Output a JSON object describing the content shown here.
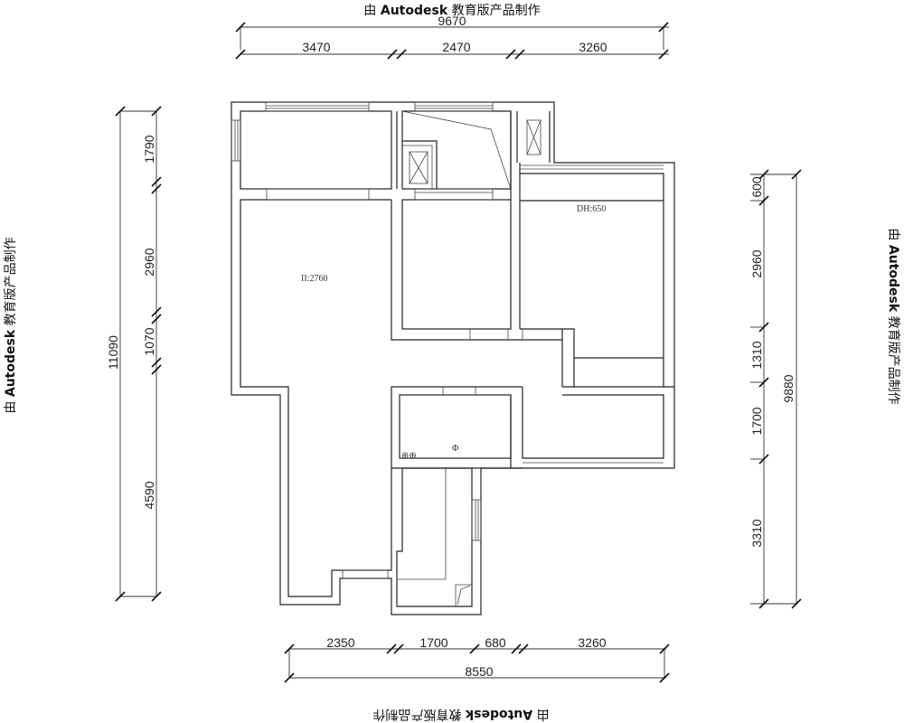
{
  "watermark": {
    "prefix": "由",
    "brand": "Autodesk",
    "suffix": "教育版产品制作"
  },
  "dimensions": {
    "top_total": "9670",
    "top_segments": [
      "3470",
      "2470",
      "3260"
    ],
    "left_total": "11090",
    "left_segments": [
      "1790",
      "2960",
      "1070",
      "4590"
    ],
    "right_total": "9880",
    "right_segments": [
      "600",
      "2960",
      "1310",
      "1700",
      "3310"
    ],
    "bottom_total": "8550",
    "bottom_segments": [
      "2350",
      "1700",
      "680",
      "3260"
    ]
  },
  "labels": {
    "living_height": "II:2760",
    "window_sill": "DH:650",
    "gas_symbol": "⊕⊕",
    "drain_symbol": "Φ"
  }
}
